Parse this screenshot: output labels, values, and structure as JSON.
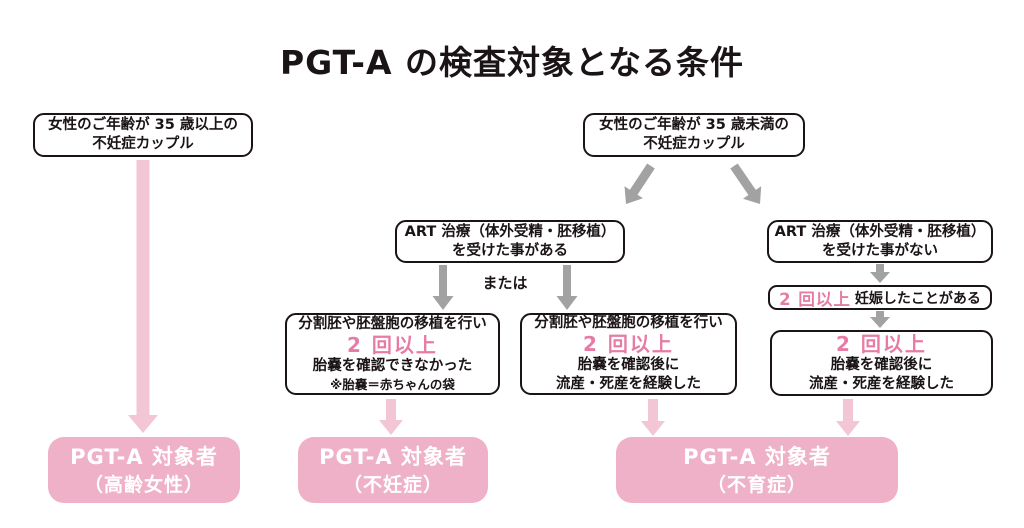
{
  "title": "PGT-A の検査対象となる条件",
  "colors": {
    "bg": "#ffffff",
    "ink": "#1b1417",
    "pink_accent": "#e77ba4",
    "pink_arrow": "#f3c6d5",
    "pink_box": "#efb1c7",
    "gray_arrow": "#a2a2a2",
    "result_text": "#ffffff"
  },
  "nodes": {
    "over35": {
      "line1": "女性のご年齢が 35 歳以上の",
      "line2": "不妊症カップル"
    },
    "under35": {
      "line1": "女性のご年齢が 35 歳未満の",
      "line2": "不妊症カップル"
    },
    "art_yes": {
      "line1": "ART 治療（体外受精・胚移植）",
      "line2": "を受けた事がある"
    },
    "art_no": {
      "line1": "ART 治療（体外受精・胚移植）",
      "line2": "を受けた事がない"
    },
    "or_label": "または",
    "cond_infertility": {
      "line1": "分割胚や胚盤胞の移植を行い",
      "highlight": "2 回以上",
      "line3": "胎嚢を確認できなかった",
      "note": "※胎嚢＝赤ちゃんの袋"
    },
    "cond_loss": {
      "line1": "分割胚や胚盤胞の移植を行い",
      "highlight": "2 回以上",
      "line3": "胎嚢を確認後に",
      "line4": "流産・死産を経験した"
    },
    "pregnancy": {
      "highlight": "2 回以上",
      "text": "妊娠したことがある"
    },
    "cond_loss2": {
      "highlight": "2 回以上",
      "line2": "胎嚢を確認後に",
      "line3": "流産・死産を経験した"
    },
    "result_senior": {
      "line1": "PGT-A 対象者",
      "line2": "（高齢女性）"
    },
    "result_infertility": {
      "line1": "PGT-A 対象者",
      "line2": "（不妊症）"
    },
    "result_rpl": {
      "line1": "PGT-A 対象者",
      "line2": "（不育症）"
    }
  }
}
